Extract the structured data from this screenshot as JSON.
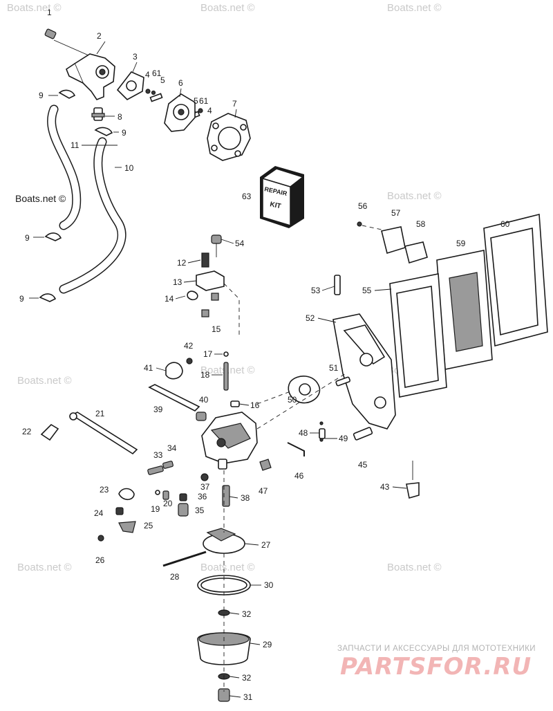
{
  "watermark": "Boats.net ©",
  "kit_box": {
    "line1": "REPAIR",
    "line2": "KIT"
  },
  "branding": {
    "tagline": "ЗАПЧАСТИ И АКСЕССУАРЫ ДЛЯ МОТОТЕХНИКИ",
    "logo": "PARTSFOR.RU"
  },
  "callouts": {
    "c1": "1",
    "c2": "2",
    "c3": "3",
    "c4a": "4",
    "c61a": "61",
    "c5a": "5",
    "c6": "6",
    "c5b": "5",
    "c61b": "61",
    "c4b": "4",
    "c7": "7",
    "c8": "8",
    "c9a": "9",
    "c9b": "9",
    "c9c": "9",
    "c9d": "9",
    "c10": "10",
    "c11": "11",
    "c12": "12",
    "c13": "13",
    "c14": "14",
    "c15": "15",
    "c16": "16",
    "c17": "17",
    "c18": "18",
    "c19": "19",
    "c20": "20",
    "c21": "21",
    "c22": "22",
    "c23": "23",
    "c24": "24",
    "c25": "25",
    "c26": "26",
    "c27": "27",
    "c28": "28",
    "c29": "29",
    "c30": "30",
    "c31": "31",
    "c32a": "32",
    "c32b": "32",
    "c33": "33",
    "c34": "34",
    "c35": "35",
    "c36": "36",
    "c37": "37",
    "c38": "38",
    "c39": "39",
    "c40": "40",
    "c41": "41",
    "c42": "42",
    "c43": "43",
    "c45": "45",
    "c46": "46",
    "c47": "47",
    "c48": "48",
    "c49": "49",
    "c50": "50",
    "c51": "51",
    "c52": "52",
    "c53": "53",
    "c54": "54",
    "c55": "55",
    "c56": "56",
    "c57": "57",
    "c58": "58",
    "c59": "59",
    "c60": "60",
    "c63": "63"
  }
}
